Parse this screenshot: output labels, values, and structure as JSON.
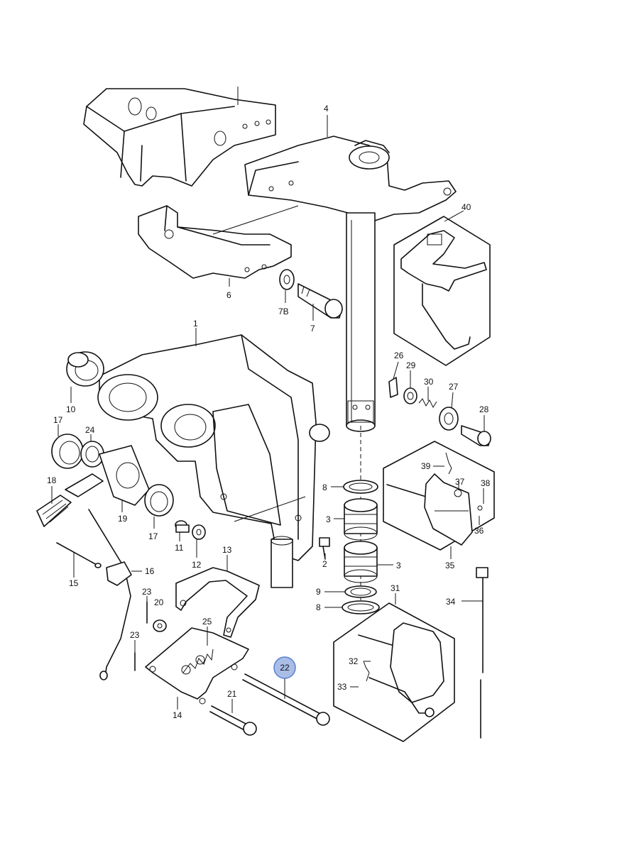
{
  "diagram": {
    "callouts": {
      "c4": "4",
      "c40": "40",
      "c6": "6",
      "c7B": "7B",
      "c7": "7",
      "c1": "1",
      "c10": "10",
      "c17a": "17",
      "c24": "24",
      "c18": "18",
      "c19": "19",
      "c17b": "17",
      "c11": "11",
      "c12": "12",
      "c13": "13",
      "c15": "15",
      "c16": "16",
      "c2": "2",
      "c8a": "8",
      "c3a": "3",
      "c3b": "3",
      "c9": "9",
      "c8b": "8",
      "c26": "26",
      "c29": "29",
      "c30": "30",
      "c27": "27",
      "c28": "28",
      "c39": "39",
      "c37": "37",
      "c38": "38",
      "c36": "36",
      "c35": "35",
      "c31": "31",
      "c34": "34",
      "c32": "32",
      "c33": "33",
      "c23a": "23",
      "c20": "20",
      "c25": "25",
      "c23b": "23",
      "c21": "21",
      "c14": "14",
      "c22": "22"
    },
    "highlighted_part": "22",
    "highlight_color": "#a9bde6"
  }
}
